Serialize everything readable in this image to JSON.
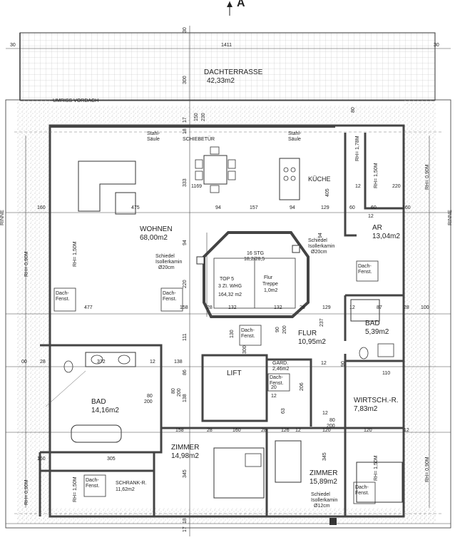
{
  "north_label": "A",
  "rooms": {
    "dachterrasse": {
      "name": "DACHTERRASSE",
      "area": "42,33m2"
    },
    "wohnen": {
      "name": "WOHNEN",
      "area": "68,00m2"
    },
    "kueche": {
      "name": "KÜCHE"
    },
    "ar": {
      "name": "AR",
      "area": "13,04m2"
    },
    "bad_right": {
      "name": "BAD",
      "area": "5,39m2"
    },
    "flur": {
      "name": "FLUR",
      "area": "10,95m2"
    },
    "bad_left": {
      "name": "BAD",
      "area": "14,16m2"
    },
    "lift": {
      "name": "LIFT"
    },
    "gard": {
      "name": "GARD.",
      "area": "2,46m2"
    },
    "wirtsch": {
      "name": "WIRTSCH.-R.",
      "area": "7,83m2"
    },
    "zimmer_mid": {
      "name": "ZIMMER",
      "area": "14,98m2"
    },
    "zimmer_right": {
      "name": "ZIMMER",
      "area": "15,89m2"
    },
    "schrank": {
      "name": "SCHRANK-R.",
      "area": "11,62m2"
    }
  },
  "stair": {
    "line1": "16 STG",
    "line2": "18,2/28,5",
    "top1": "TOP 5",
    "top2": "3 ZI. WHG",
    "top3": "164,32 m2",
    "flur_tiny": "Flur",
    "treppe_tiny": "Treppe",
    "treppe_area": "1,0m2"
  },
  "labels": {
    "umriss": "UMRISS VORDACH",
    "stahl1": "Stahl-",
    "saeule1": "Säule",
    "stahl2": "Stahl-",
    "saeule2": "Säule",
    "schiebetuer": "SCHIEBETÜR",
    "rinne_left": "RINNE",
    "rinne_right": "RINNE",
    "schiedel1_a": "Schiedel",
    "schiedel1_b": "Isollerkamin",
    "schiedel1_c": "Ø20cm",
    "schiedel2_a": "Schiedel",
    "schiedel2_b": "Isollerkamin",
    "schiedel2_c": "Ø20cm",
    "schiedel3_a": "Schiedel",
    "schiedel3_b": "Isollerkamin",
    "schiedel3_c": "Ø12cm",
    "dach": "Dach-",
    "fenst": "Fenst."
  },
  "heights": {
    "rh090": "RH= 0,90M",
    "rh150": "RH= 1,50M",
    "rh178": "RH= 1,78M"
  },
  "dims": {
    "d30a": "30",
    "d1411": "1411",
    "d30b": "30",
    "d30c": "30",
    "d300": "300",
    "d80": "80",
    "d17": "17",
    "d18": "18",
    "d150": "150",
    "d230": "230",
    "d333": "333",
    "d1169": "1169",
    "d405": "405",
    "d12a": "12",
    "d220": "220",
    "d160a": "160",
    "d475": "475",
    "d94a": "94",
    "d157": "157",
    "d94b": "94",
    "d129a": "129",
    "d60a": "60",
    "d60b": "60",
    "d160b": "160",
    "d12b": "12",
    "d94c": "94",
    "d94d": "94",
    "d220b": "220",
    "d477": "477",
    "d158a": "158",
    "d28a": "28",
    "d132a": "132",
    "d132b": "132",
    "d28b": "28",
    "d129b": "129",
    "d12c": "12",
    "d87": "87",
    "d28c": "28",
    "d100": "100",
    "d237": "237",
    "d111": "111",
    "d00": "00",
    "d28d": "28",
    "d372": "372",
    "d12d": "12",
    "d138": "138",
    "d86": "86",
    "d12e": "12",
    "d110": "110",
    "d80a": "80",
    "d200a": "200",
    "d80b": "80",
    "d200b": "200",
    "d80c": "80",
    "d200c": "200",
    "d90a": "90",
    "d200d": "200",
    "d90b": "90",
    "d130": "130",
    "d300b": "300",
    "d206": "206",
    "d63": "63",
    "d20": "20",
    "d12f": "12",
    "d138b": "138",
    "d12g": "12",
    "d158b": "158",
    "d28e": "28",
    "d160c": "160",
    "d28f": "28",
    "d126": "126",
    "d12h": "12",
    "d120a": "120",
    "d120b": "120",
    "d12i": "12",
    "d160d": "160",
    "d305": "305",
    "d345a": "345",
    "d345b": "345",
    "d17b": "17",
    "d18b": "18"
  },
  "colors": {
    "wall": "#555555",
    "hatch": "#999999",
    "line": "#222222"
  }
}
